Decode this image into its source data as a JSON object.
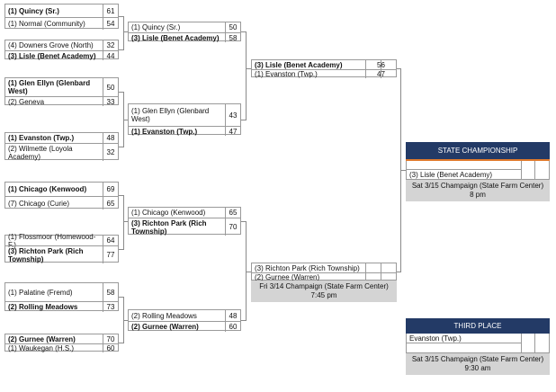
{
  "round1": [
    {
      "top": {
        "name": "(1) Quincy (Sr.)",
        "score": "61"
      },
      "bottom": {
        "name": "(1) Normal (Community)",
        "score": "54"
      }
    },
    {
      "top": {
        "name": "(4) Downers Grove (North)",
        "score": "32"
      },
      "bottom": {
        "name": "(3) Lisle (Benet Academy)",
        "score": "44"
      }
    },
    {
      "top": {
        "name": "(1) Glen Ellyn (Glenbard West)",
        "score": "50"
      },
      "bottom": {
        "name": "(2) Geneva",
        "score": "33"
      }
    },
    {
      "top": {
        "name": "(1) Evanston (Twp.)",
        "score": "48"
      },
      "bottom": {
        "name": "(2) Wilmette (Loyola Academy)",
        "score": "32"
      }
    },
    {
      "top": {
        "name": "(1) Chicago (Kenwood)",
        "score": "69"
      },
      "bottom": {
        "name": "(7) Chicago (Curie)",
        "score": "65"
      }
    },
    {
      "top": {
        "name": "(1) Flossmoor (Homewood-F.)",
        "score": "64"
      },
      "bottom": {
        "name": "(3) Richton Park (Rich Township)",
        "score": "77"
      }
    },
    {
      "top": {
        "name": "(1) Palatine (Fremd)",
        "score": "58"
      },
      "bottom": {
        "name": "(2) Rolling Meadows",
        "score": "73"
      }
    },
    {
      "top": {
        "name": "(2) Gurnee (Warren)",
        "score": "70"
      },
      "bottom": {
        "name": "(1) Waukegan (H.S.)",
        "score": "60"
      }
    }
  ],
  "round2": [
    {
      "top": {
        "name": "(1) Quincy (Sr.)",
        "score": "50"
      },
      "bottom": {
        "name": "(3) Lisle (Benet Academy)",
        "score": "58"
      }
    },
    {
      "top": {
        "name": "(1) Glen Ellyn (Glenbard West)",
        "score": "43"
      },
      "bottom": {
        "name": "(1) Evanston (Twp.)",
        "score": "47"
      }
    },
    {
      "top": {
        "name": "(1) Chicago (Kenwood)",
        "score": "65"
      },
      "bottom": {
        "name": "(3) Richton Park (Rich Township)",
        "score": "70"
      }
    },
    {
      "top": {
        "name": "(2) Rolling Meadows",
        "score": "48"
      },
      "bottom": {
        "name": "(2) Gurnee (Warren)",
        "score": "60"
      }
    }
  ],
  "semis": [
    {
      "top": {
        "name": "(3) Lisle (Benet Academy)",
        "score": "56"
      },
      "bottom": {
        "name": "(1) Evanston (Twp.)",
        "score": "47"
      }
    },
    {
      "top": {
        "name": "(3) Richton Park (Rich Township)",
        "score": ""
      },
      "bottom": {
        "name": "(2) Gurnee (Warren)",
        "score": ""
      },
      "info": "Fri 3/14 Champaign (State Farm Center) 7:45 pm"
    }
  ],
  "championship": {
    "title": "STATE CHAMPIONSHIP",
    "team_top": "",
    "team_bottom": "(3) Lisle (Benet Academy)",
    "info": "Sat 3/15 Champaign (State Farm Center) 8 pm"
  },
  "third_place": {
    "title": "THIRD PLACE",
    "team_top": "Evanston (Twp.)",
    "team_bottom": "",
    "info": "Sat 3/15 Champaign (State Farm Center) 9:30 am"
  },
  "colors": {
    "header_bg": "#233a66",
    "accent": "#e07a2c",
    "info_bg": "#d4d4d4"
  }
}
